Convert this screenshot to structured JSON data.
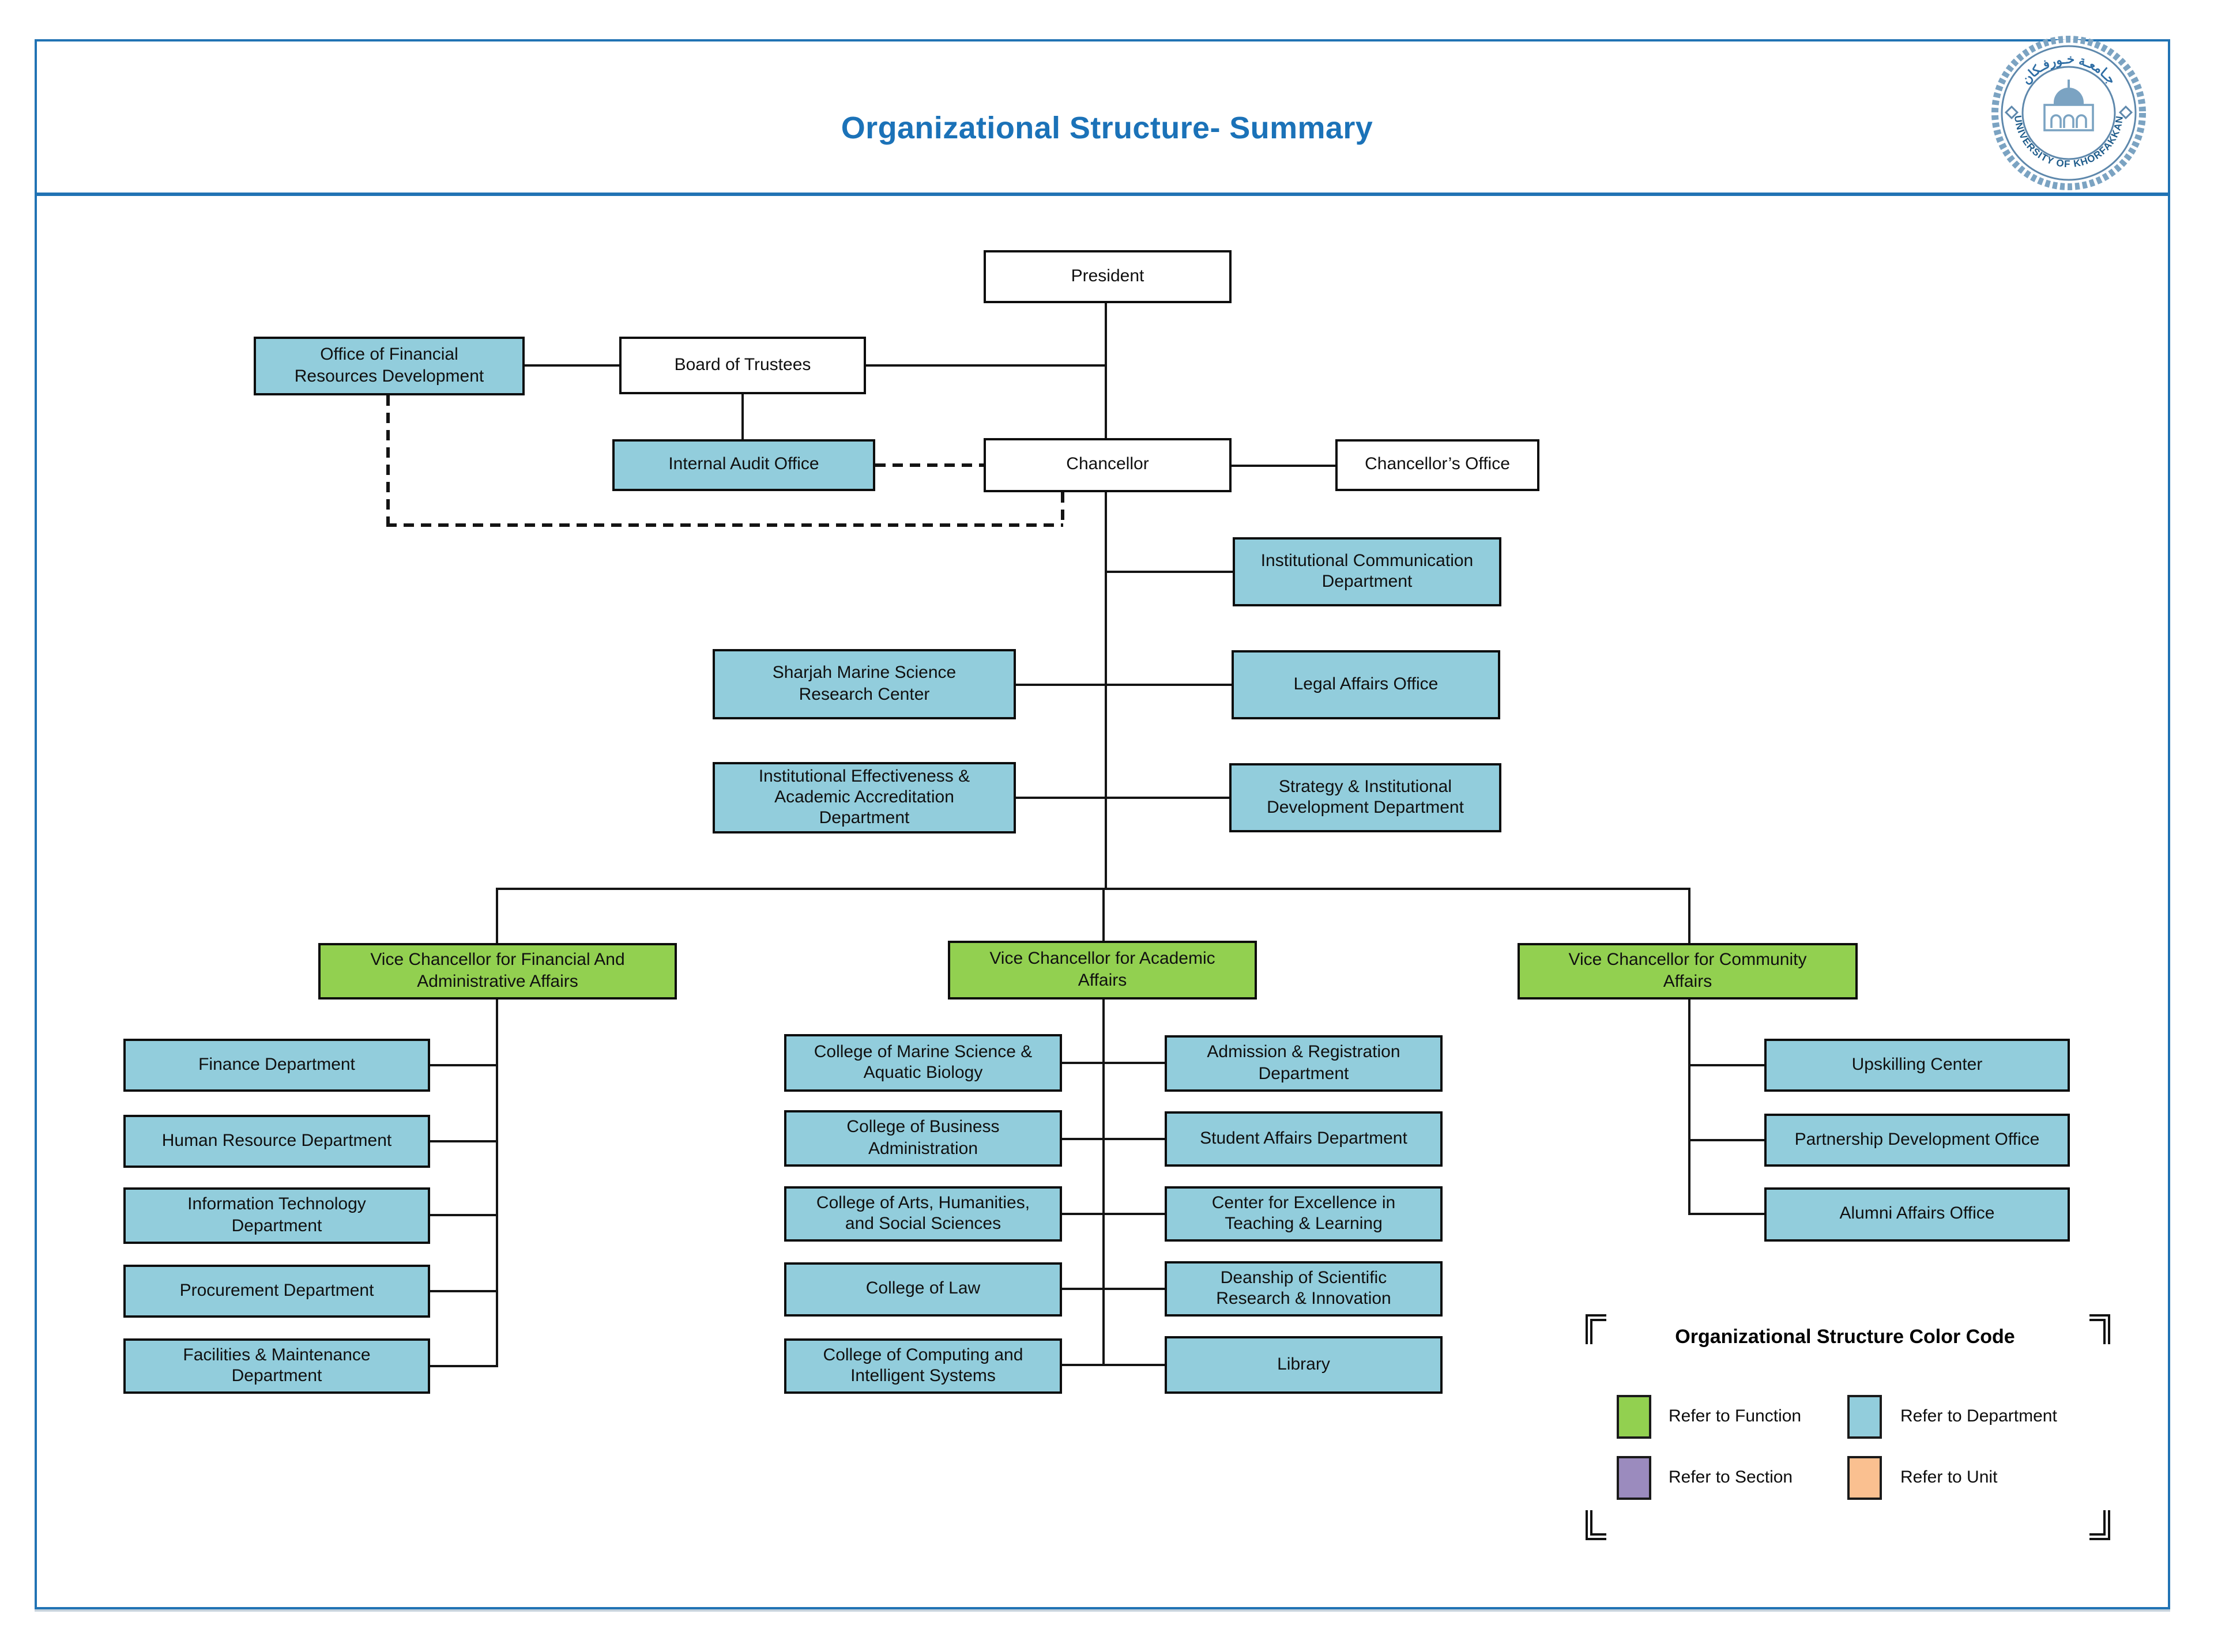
{
  "header": {
    "title": "Organizational Structure- Summary"
  },
  "logo": {
    "name": "University of Khorfakkan seal",
    "arc_text_top": "جـامعـة خـورفـكان",
    "arc_text_bottom": "UNIVERSITY OF KHORFAKKAN"
  },
  "colors": {
    "page_border_blue": "#2173B4",
    "title_blue": "#1B72B8",
    "function_green": "#92D050",
    "department_blue": "#92CDDC",
    "section_purple": "#9B8BBE",
    "unit_orange": "#FAC090",
    "executive_white": "#FFFFFF",
    "connector_black": "#141414"
  },
  "chart": {
    "nodes": {
      "pres": {
        "label": "President",
        "type": "executive"
      },
      "bot": {
        "label": "Board of Trustees",
        "type": "executive"
      },
      "ofrd": {
        "label": "Office of Financial\nResources Development",
        "type": "department"
      },
      "iao": {
        "label": "Internal Audit Office",
        "type": "department"
      },
      "chan": {
        "label": "Chancellor",
        "type": "executive"
      },
      "chan_office": {
        "label": "Chancellor’s Office",
        "type": "executive"
      },
      "icd": {
        "label": "Institutional Communication\nDepartment",
        "type": "department"
      },
      "smsrc": {
        "label": "Sharjah Marine Science\nResearch Center",
        "type": "department"
      },
      "legal": {
        "label": "Legal Affairs Office",
        "type": "department"
      },
      "ieaad": {
        "label": "Institutional Effectiveness &\nAcademic Accreditation\nDepartment",
        "type": "department"
      },
      "sidd": {
        "label": "Strategy & Institutional\nDevelopment Department",
        "type": "department"
      },
      "vc_fin": {
        "label": "Vice Chancellor for Financial And\nAdministrative Affairs",
        "type": "function"
      },
      "vc_acad": {
        "label": "Vice Chancellor for Academic\nAffairs",
        "type": "function"
      },
      "vc_comm": {
        "label": "Vice Chancellor for Community\nAffairs",
        "type": "function"
      },
      "finance": {
        "label": "Finance Department",
        "type": "department"
      },
      "hr": {
        "label": "Human Resource Department",
        "type": "department"
      },
      "it": {
        "label": "Information Technology\nDepartment",
        "type": "department"
      },
      "procurement": {
        "label": "Procurement Department",
        "type": "department"
      },
      "facilities": {
        "label": "Facilities & Maintenance\nDepartment",
        "type": "department"
      },
      "marine": {
        "label": "College of Marine Science &\nAquatic Biology",
        "type": "department"
      },
      "business": {
        "label": "College of Business\nAdministration",
        "type": "department"
      },
      "arts": {
        "label": "College of Arts, Humanities,\nand Social Sciences",
        "type": "department"
      },
      "law": {
        "label": "College of Law",
        "type": "department"
      },
      "computing": {
        "label": "College of Computing and\nIntelligent Systems",
        "type": "department"
      },
      "admission": {
        "label": "Admission & Registration\nDepartment",
        "type": "department"
      },
      "student": {
        "label": "Student Affairs Department",
        "type": "department"
      },
      "cetl": {
        "label": "Center for Excellence in\nTeaching & Learning",
        "type": "department"
      },
      "deanship": {
        "label": "Deanship of Scientific\nResearch & Innovation",
        "type": "department"
      },
      "library": {
        "label": "Library",
        "type": "department"
      },
      "upskilling": {
        "label": "Upskilling Center",
        "type": "department"
      },
      "partnership": {
        "label": "Partnership Development Office",
        "type": "department"
      },
      "alumni": {
        "label": "Alumni Affairs Office",
        "type": "department"
      }
    },
    "edges": [
      {
        "from": "pres",
        "to": "chan",
        "style": "solid"
      },
      {
        "from": "pres",
        "to": "bot",
        "style": "solid"
      },
      {
        "from": "ofrd",
        "to": "bot",
        "style": "solid"
      },
      {
        "from": "bot",
        "to": "iao",
        "style": "solid"
      },
      {
        "from": "iao",
        "to": "chan",
        "style": "dashed"
      },
      {
        "from": "ofrd",
        "to": "chan",
        "style": "dashed"
      },
      {
        "from": "chan",
        "to": "chan_office",
        "style": "solid"
      },
      {
        "from": "chan",
        "to": "icd",
        "style": "solid"
      },
      {
        "from": "chan",
        "to": "smsrc",
        "style": "solid"
      },
      {
        "from": "chan",
        "to": "legal",
        "style": "solid"
      },
      {
        "from": "chan",
        "to": "ieaad",
        "style": "solid"
      },
      {
        "from": "chan",
        "to": "sidd",
        "style": "solid"
      },
      {
        "from": "chan",
        "to": "vc_fin",
        "style": "solid"
      },
      {
        "from": "chan",
        "to": "vc_acad",
        "style": "solid"
      },
      {
        "from": "chan",
        "to": "vc_comm",
        "style": "solid"
      },
      {
        "from": "vc_fin",
        "to": "finance",
        "style": "solid"
      },
      {
        "from": "vc_fin",
        "to": "hr",
        "style": "solid"
      },
      {
        "from": "vc_fin",
        "to": "it",
        "style": "solid"
      },
      {
        "from": "vc_fin",
        "to": "procurement",
        "style": "solid"
      },
      {
        "from": "vc_fin",
        "to": "facilities",
        "style": "solid"
      },
      {
        "from": "vc_acad",
        "to": "marine",
        "style": "solid"
      },
      {
        "from": "vc_acad",
        "to": "business",
        "style": "solid"
      },
      {
        "from": "vc_acad",
        "to": "arts",
        "style": "solid"
      },
      {
        "from": "vc_acad",
        "to": "law",
        "style": "solid"
      },
      {
        "from": "vc_acad",
        "to": "computing",
        "style": "solid"
      },
      {
        "from": "vc_acad",
        "to": "admission",
        "style": "solid"
      },
      {
        "from": "vc_acad",
        "to": "student",
        "style": "solid"
      },
      {
        "from": "vc_acad",
        "to": "cetl",
        "style": "solid"
      },
      {
        "from": "vc_acad",
        "to": "deanship",
        "style": "solid"
      },
      {
        "from": "vc_acad",
        "to": "library",
        "style": "solid"
      },
      {
        "from": "vc_comm",
        "to": "upskilling",
        "style": "solid"
      },
      {
        "from": "vc_comm",
        "to": "partnership",
        "style": "solid"
      },
      {
        "from": "vc_comm",
        "to": "alumni",
        "style": "solid"
      }
    ]
  },
  "legend": {
    "title": "Organizational Structure Color Code",
    "items": [
      {
        "label": "Refer to Function",
        "color": "#92D050"
      },
      {
        "label": "Refer to Department",
        "color": "#92CDDC"
      },
      {
        "label": "Refer to Section",
        "color": "#9B8BBE"
      },
      {
        "label": "Refer to Unit",
        "color": "#FAC090"
      }
    ]
  }
}
